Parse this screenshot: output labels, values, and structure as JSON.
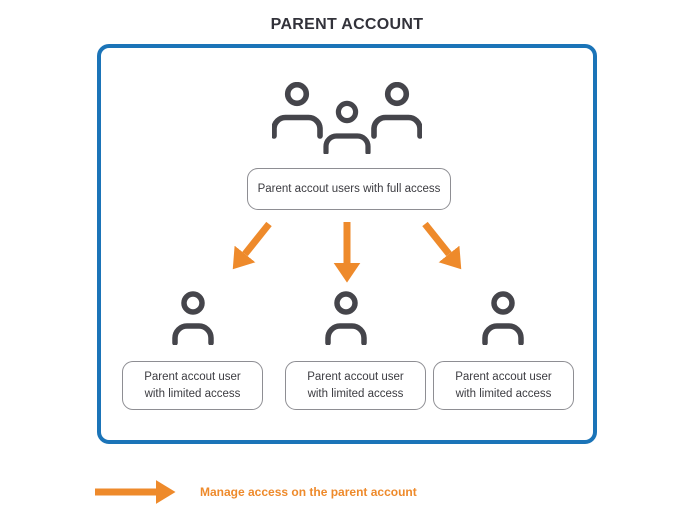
{
  "title": "PARENT ACCOUNT",
  "diagram": {
    "full_access_box": {
      "label": "Parent accout users with full access"
    },
    "limited_boxes": [
      {
        "label": "Parent accout user with limited access"
      },
      {
        "label": "Parent accout user with limited access"
      },
      {
        "label": "Parent accout user with limited access"
      }
    ],
    "icons": {
      "top": "users-group-icon",
      "bottom": [
        "user-icon",
        "user-icon",
        "user-icon"
      ],
      "arrows": [
        "down-left-arrow-icon",
        "down-arrow-icon",
        "down-right-arrow-icon"
      ]
    }
  },
  "legend": {
    "label": "Manage access on the parent account",
    "icon": "right-arrow-icon"
  },
  "colors": {
    "frame_blue": "#1b74b8",
    "arrow_orange": "#ee8a2b",
    "icon_gray": "#45454b",
    "box_border_gray": "#8e8e93",
    "text_dark": "#3c3c41",
    "title_dark": "#32323a"
  }
}
